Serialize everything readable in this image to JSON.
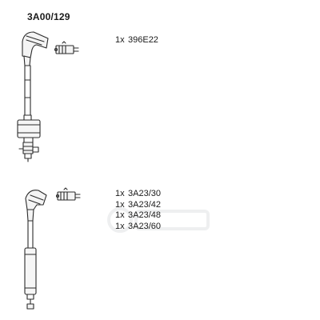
{
  "header": {
    "title": "3A00/129"
  },
  "groups": [
    {
      "items": [
        {
          "qty": "1x",
          "code": "396E22"
        }
      ]
    },
    {
      "items": [
        {
          "qty": "1x",
          "code": "3A23/30"
        },
        {
          "qty": "1x",
          "code": "3A23/42"
        },
        {
          "qty": "1x",
          "code": "3A23/48"
        },
        {
          "qty": "1x",
          "code": "3A23/60"
        }
      ]
    }
  ],
  "colors": {
    "line": "#2b2b2b",
    "text": "#1a1a1a",
    "watermark": "#9aa0a6"
  },
  "icons": {
    "watermark": "brand-logo-watermark"
  }
}
